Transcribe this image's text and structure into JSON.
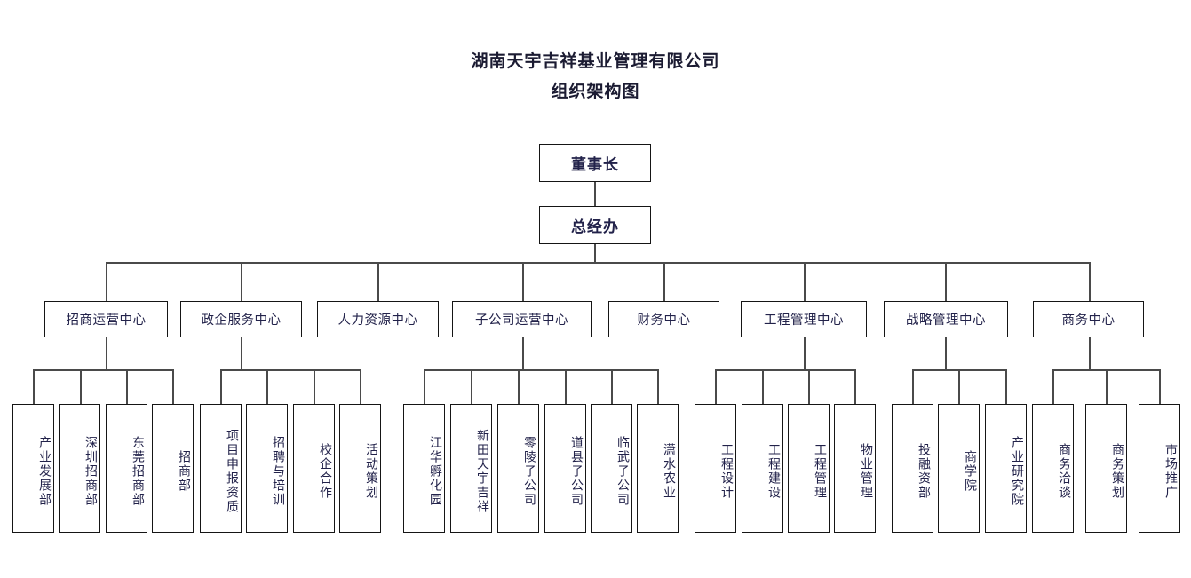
{
  "title": {
    "line1": "湖南天宇吉祥基业管理有限公司",
    "line2": "组织架构图"
  },
  "chart_data": {
    "type": "diagram",
    "subtype": "org-chart",
    "orientation": "top-down",
    "root": "董事长",
    "levels": 4,
    "nodes": {
      "chairman": "董事长",
      "gm_office": "总经办"
    },
    "centers": [
      {
        "id": "c1",
        "label": "招商运营中心",
        "children": [
          "产业发展部",
          "深圳招商部",
          "东莞招商部",
          "招商部"
        ]
      },
      {
        "id": "c2",
        "label": "政企服务中心",
        "children": [
          "项目申报资质",
          "招聘与培训",
          "校企合作",
          "活动策划"
        ]
      },
      {
        "id": "c3",
        "label": "人力资源中心",
        "children": []
      },
      {
        "id": "c4",
        "label": "子公司运营中心",
        "children": [
          "江华孵化园",
          "新田天宇吉祥",
          "零陵子公司",
          "道县子公司",
          "临武子公司",
          "潇水农业"
        ]
      },
      {
        "id": "c5",
        "label": "财务中心",
        "children": []
      },
      {
        "id": "c6",
        "label": "工程管理中心",
        "children": [
          "工程设计",
          "工程建设",
          "工程管理",
          "物业管理"
        ]
      },
      {
        "id": "c7",
        "label": "战略管理中心",
        "children": [
          "投融资部",
          "商学院",
          "产业研究院"
        ]
      },
      {
        "id": "c8",
        "label": "商务中心",
        "children": [
          "商务洽谈",
          "商务策划",
          "市场推广"
        ]
      }
    ],
    "leaves": [
      "产业发展部",
      "深圳招商部",
      "东莞招商部",
      "招商部",
      "项目申报资质",
      "招聘与培训",
      "校企合作",
      "活动策划",
      "江华孵化园",
      "新田天宇吉祥",
      "零陵子公司",
      "道县子公司",
      "临武子公司",
      "潇水农业",
      "工程设计",
      "工程建设",
      "工程管理",
      "物业管理",
      "投融资部",
      "商学院",
      "产业研究院",
      "商务洽谈",
      "商务策划",
      "市场推广"
    ],
    "colors": {
      "background": "#ffffff",
      "box_border": "#151515",
      "connector": "#4a4a4a",
      "text": "#22224a"
    }
  }
}
